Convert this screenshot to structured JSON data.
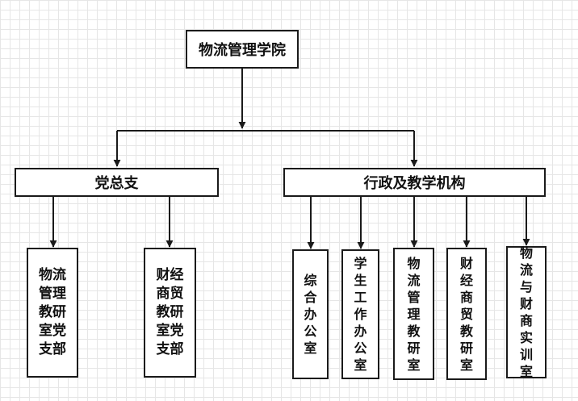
{
  "diagram": {
    "root": "物流管理学院",
    "branches": [
      {
        "label": "党总支",
        "children": [
          "物流管理教研室党支部",
          "财经商贸教研室党支部"
        ]
      },
      {
        "label": "行政及教学机构",
        "children": [
          "综合办公室",
          "学生工作办公室",
          "物流管理教研室",
          "财经商贸教研室",
          "物流与财商实训室"
        ]
      }
    ]
  }
}
